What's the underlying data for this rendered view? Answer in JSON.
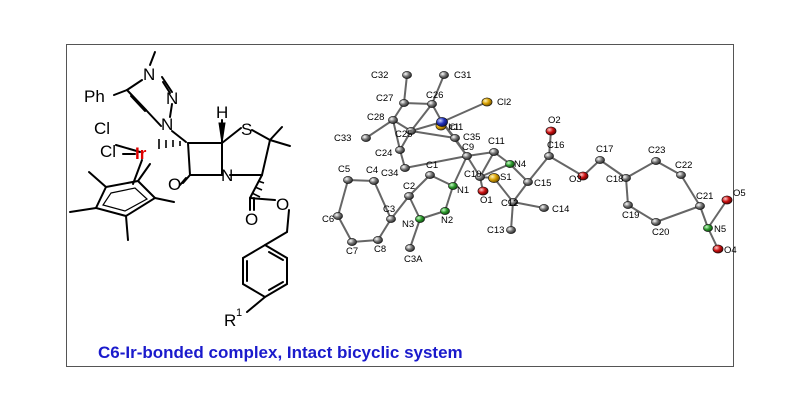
{
  "figure": {
    "caption": "C6-Ir-bonded complex, Intact bicyclic system",
    "colors": {
      "ink": "#000000",
      "metal": "#e00000",
      "caption": "#1a1acc",
      "carbon_atom": "#555555",
      "nitrogen_atom": "#2e9a2e",
      "oxygen_atom": "#cc1111",
      "sulfur_atom": "#d8a000",
      "chlorine_atom": "#d8a000",
      "iridium_atom": "#2233bb"
    },
    "scheme": {
      "labels": {
        "ph": "Ph",
        "n1": "N",
        "n2": "N",
        "n3": "N",
        "cl1": "Cl",
        "cl2": "Cl",
        "ir": "Ir",
        "h": "H",
        "s": "S",
        "n_ring": "N",
        "o_lactam": "O",
        "o_ester_carbonyl": "O",
        "o_ester": "O",
        "r": "R",
        "r_sup": "1"
      }
    },
    "crystal": {
      "atom_labels": [
        "C32",
        "C31",
        "C27",
        "C26",
        "Cl2",
        "C28",
        "Cl1",
        "C25",
        "Ir1",
        "C35",
        "C33",
        "O2",
        "C24",
        "C9",
        "C11",
        "C16",
        "C17",
        "C23",
        "C34",
        "N4",
        "C10",
        "S1",
        "C15",
        "O3",
        "C22",
        "C5",
        "C4",
        "C1",
        "N1",
        "C18",
        "C2",
        "O1",
        "C12",
        "C14",
        "O5",
        "C6",
        "C3",
        "N2",
        "C19",
        "C21",
        "N3",
        "C13",
        "C20",
        "N5",
        "C7",
        "C8",
        "C3A",
        "O4"
      ]
    }
  }
}
